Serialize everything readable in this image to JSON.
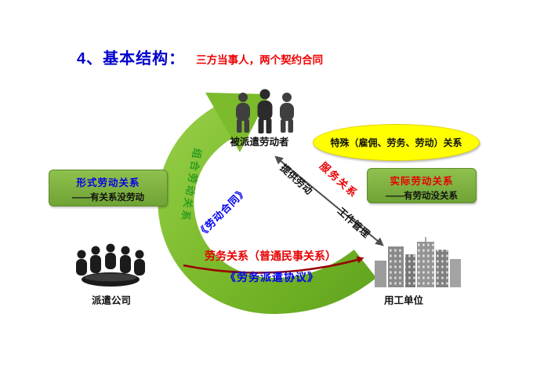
{
  "header": {
    "title": "4、基本结构：",
    "subtitle": "三方当事人，两个契约合同"
  },
  "nodes": {
    "worker_label": "被派遣劳动者",
    "company_label": "派遣公司",
    "employer_label": "用工单位"
  },
  "callouts": {
    "special": "特殊（雇佣、劳务、劳动）关系",
    "formal": {
      "line1": "形式劳动关系",
      "line2": "——有关系没劳动"
    },
    "actual": {
      "line1": "实际劳动关系",
      "line2": "——有劳动没关系"
    }
  },
  "edges": {
    "combined": "组合劳动关系",
    "labor_contract": "《劳动合同》",
    "provide_labor": "提供劳动",
    "service": "服务关系",
    "management": "工作管理",
    "civil": "劳务关系（普通民事关系）",
    "agreement": "《劳务派遣协议》"
  },
  "colors": {
    "title_blue": "#0000CC",
    "accent_red": "#EE0000",
    "dark_red_arrow": "#990000",
    "green_box": "#7CB140",
    "blue_text": "#0000EE",
    "green_text": "#2F9E1E",
    "yellow_ellipse": "#FFFF00",
    "arrow_green_light": "#92CC45",
    "arrow_green_dark": "#62A51E"
  }
}
